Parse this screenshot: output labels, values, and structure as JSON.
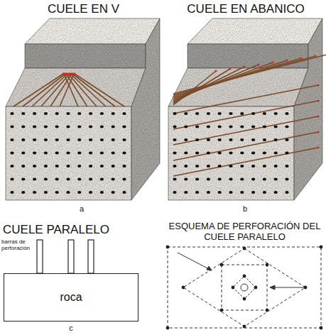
{
  "diagram": {
    "nodes": [
      {
        "text": [
          "roca"
        ]
      }
    ],
    "labels": [
      "CUELE EN V",
      "CUELE EN ABANICO",
      "a",
      "b",
      "CUELE PARALELO",
      "barras de perforación",
      "c",
      "ESQUEMA DE PERFORACIÓN DEL CUELE PARALELO"
    ]
  }
}
